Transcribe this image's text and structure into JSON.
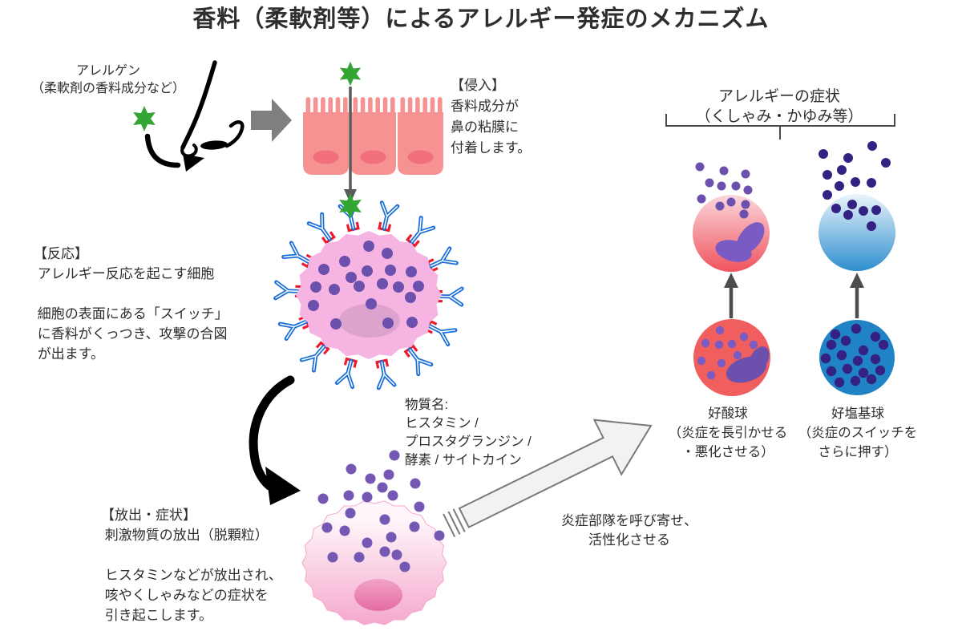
{
  "title": "香料（柔軟剤等）によるアレルギー発症のメカニズム",
  "allergen": {
    "label": "アレルゲン\n（柔軟剤の香料成分など）"
  },
  "steps": {
    "invasion": "【侵入】\n香料成分が\n鼻の粘膜に\n付着します。",
    "reaction": "【反応】\n アレルギー反応を起こす細胞\n\n 細胞の表面にある「スイッチ」\n に香料がくっつき、攻撃の合図\n が出ます。",
    "release": "【放出・症状】\n 刺激物質の放出（脱顆粒）\n\n ヒスタミンなどが放出され、\n 咳やくしゃみなどの症状を\n 引き起こします。"
  },
  "substances": "物質名:\nヒスタミン /\nプロスタグランジン /\n酵素 / サイトカイン",
  "recruit_note": "炎症部隊を呼び寄せ、\n活性化させる",
  "symptoms": {
    "header": "アレルギーの症状\n（くしゃみ・かゆみ等）",
    "eosinophil": "好酸球\n（炎症を長引かせる\n・悪化させる）",
    "basophil": "好塩基球\n（炎症のスイッチを\nさらに押す）"
  },
  "colors": {
    "text": "#2e2e2e",
    "green": "#33a532",
    "mucosa": "#f79292",
    "mucosa_nucleus": "#f2707b",
    "mast_body": "#f6b4e2",
    "mast_nucleus": "#dca3ce",
    "granule_purple": "#6b50ae",
    "antibody_blue": "#1b6fd8",
    "receptor_red": "#ec1c2e",
    "release_dot_purple": "#7557b4",
    "degran_top": "#fef6fa",
    "degran_bottom": "#f5a8cc",
    "degran_nucleus_top": "#f2a3c6",
    "degran_nucleus_bottom": "#e56ca2",
    "eos_active_top": "#fbd7dc",
    "eos_active_bottom": "#f0535e",
    "baso_active_top": "#eaf5fc",
    "baso_active_bottom": "#2e8ece",
    "eosinophil_red": "#f15e5e",
    "basophil_blue": "#1f83c6",
    "navy_dot": "#342283",
    "nucleus_purple": "#7a5bc4",
    "arrow_gray": "#7f7f7f",
    "dark_arrow": "#4d4d4d",
    "big_arrow_fill": "#f2f2f2",
    "big_arrow_stroke": "#7a7a7a"
  }
}
